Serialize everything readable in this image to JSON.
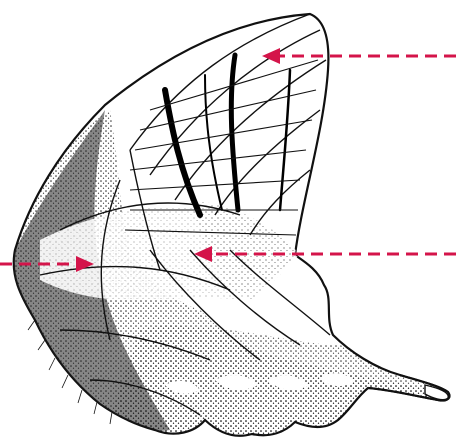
{
  "figure": {
    "subject_icon": "butterfly-wing-icon",
    "colors": {
      "background": "#ffffff",
      "ink": "#111111",
      "stipple_shade": "#777777",
      "pale_band": "#f1f1f1",
      "arrow": "#d4144a"
    },
    "arrows": [
      {
        "name": "arrow-top-right",
        "direction": "left"
      },
      {
        "name": "arrow-mid-right",
        "direction": "left"
      },
      {
        "name": "arrow-mid-left",
        "direction": "right"
      }
    ]
  }
}
